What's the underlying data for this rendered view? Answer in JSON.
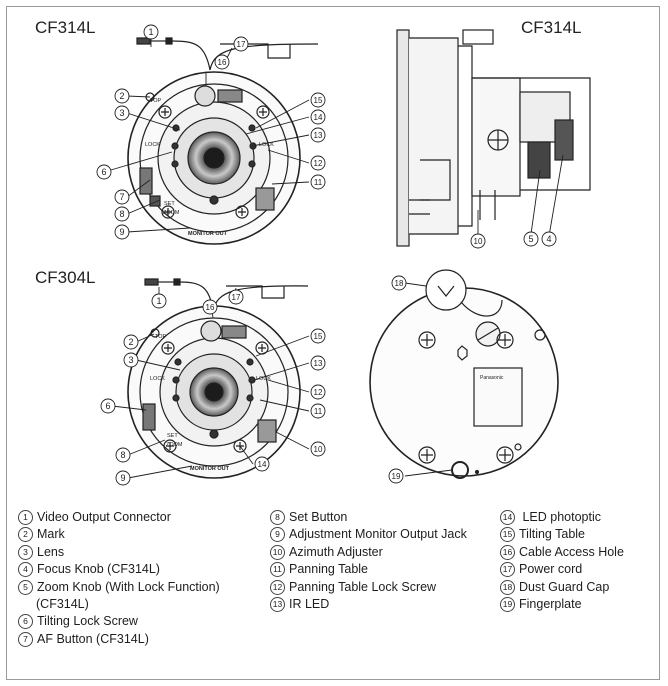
{
  "titles": {
    "top_left": "CF314L",
    "top_right": "CF314L",
    "bottom_left": "CF304L"
  },
  "diagram_labels": {
    "logo": "Panasonic",
    "mark_top": "TOP",
    "lock": "LOCK",
    "set": "SET",
    "zoom": "ZOOM",
    "monitor_out": "MONITOR OUT"
  },
  "legend": {
    "col1": [
      {
        "num": "1",
        "text": "Video Output Connector"
      },
      {
        "num": "2",
        "text": "Mark"
      },
      {
        "num": "3",
        "text": "Lens"
      },
      {
        "num": "4",
        "text": "Focus Knob (CF314L)"
      },
      {
        "num": "5",
        "text": "Zoom Knob (With Lock Function)",
        "cont": "(CF314L)"
      },
      {
        "num": "6",
        "text": "Tilting Lock Screw"
      },
      {
        "num": "7",
        "text": "AF Button (CF314L)"
      }
    ],
    "col2": [
      {
        "num": "8",
        "text": "Set Button"
      },
      {
        "num": "9",
        "text": "Adjustment Monitor Output Jack"
      },
      {
        "num": "10",
        "text": "Azimuth Adjuster"
      },
      {
        "num": "11",
        "text": "Panning Table"
      },
      {
        "num": "12",
        "text": "Panning Table Lock Screw"
      },
      {
        "num": "13",
        "text": "IR LED"
      }
    ],
    "col3": [
      {
        "num": "14",
        "text": " LED photoptic"
      },
      {
        "num": "15",
        "text": "Tilting Table"
      },
      {
        "num": "16",
        "text": "Cable Access Hole"
      },
      {
        "num": "17",
        "text": "Power cord"
      },
      {
        "num": "18",
        "text": "Dust Guard Cap"
      },
      {
        "num": "19",
        "text": "Fingerplate"
      }
    ]
  },
  "callouts": {
    "cf314l_top": [
      "1",
      "2",
      "3",
      "6",
      "7",
      "8",
      "9",
      "16",
      "17",
      "15",
      "14",
      "13",
      "12",
      "11"
    ],
    "cf314l_side": [
      "10",
      "5",
      "4"
    ],
    "cf304l_top": [
      "1",
      "2",
      "3",
      "6",
      "8",
      "9",
      "16",
      "17",
      "15",
      "13",
      "12",
      "11",
      "10",
      "14"
    ],
    "base_plate": [
      "18",
      "19"
    ]
  }
}
